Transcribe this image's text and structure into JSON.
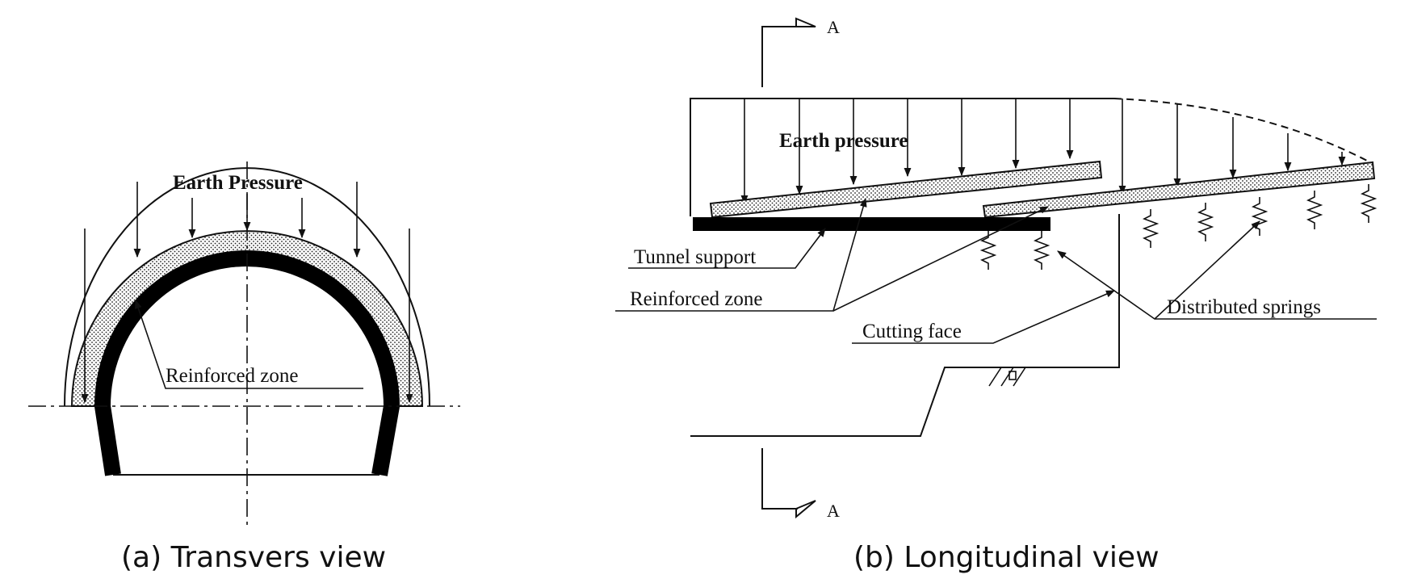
{
  "transverse": {
    "earth_pressure_label": "Earth Pressure",
    "reinforced_zone_label": "Reinforced zone",
    "caption": "(a) Transvers view"
  },
  "longitudinal": {
    "earth_pressure_label": "Earth pressure",
    "tunnel_support_label": "Tunnel support",
    "reinforced_zone_label": "Reinforced zone",
    "cutting_face_label": "Cutting face",
    "distributed_springs_label": "Distributed springs",
    "section_mark_top": "A",
    "section_mark_bottom": "A",
    "caption": "(b) Longitudinal view"
  }
}
